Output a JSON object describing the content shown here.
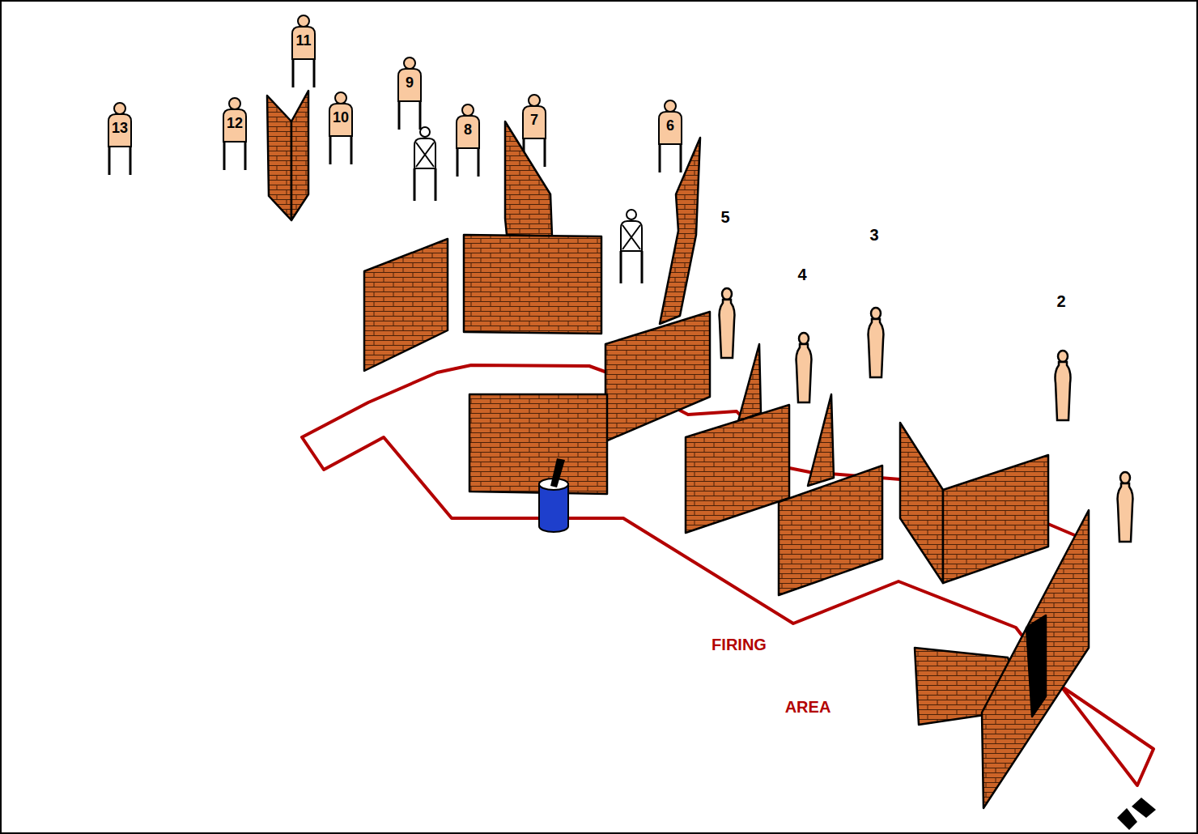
{
  "diagram": {
    "nodes": [
      {
        "text": [
          "13"
        ]
      },
      {
        "text": [
          "12"
        ]
      },
      {
        "text": [
          "11"
        ]
      },
      {
        "text": [
          "10"
        ]
      },
      {
        "text": [
          "9"
        ]
      },
      {
        "text": [
          "8"
        ]
      },
      {
        "text": [
          "7"
        ]
      },
      {
        "text": [
          "6"
        ]
      }
    ],
    "labels": [
      "5",
      "4",
      "3",
      "2",
      "FIRING",
      "AREA"
    ]
  }
}
